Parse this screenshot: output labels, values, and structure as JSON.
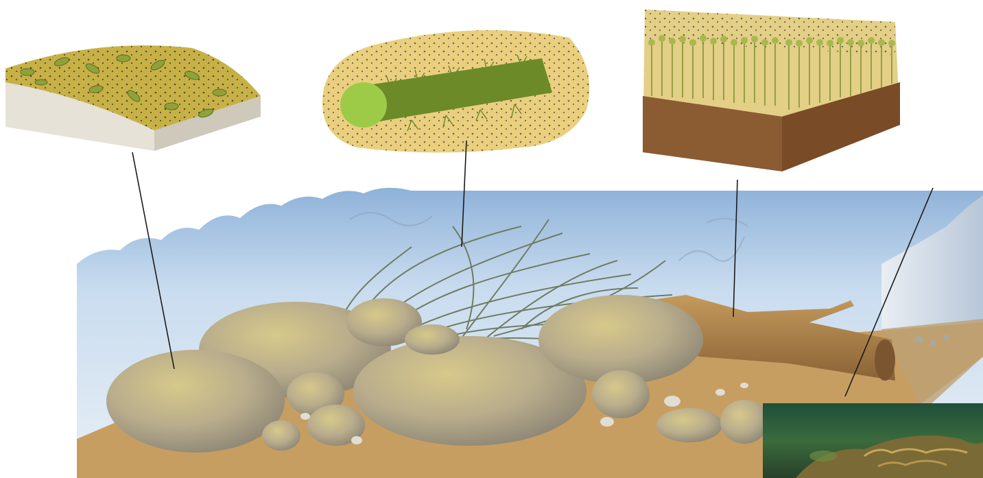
{
  "illustration": {
    "subject": "",
    "panels": [
      {
        "id": "stone-surface",
        "icon": "epilithic-biofilm-icon"
      },
      {
        "id": "plant-stem",
        "icon": "epiphytic-biofilm-icon"
      },
      {
        "id": "sediment-surface",
        "icon": "epipelic-biofilm-icon"
      }
    ],
    "photo_inset": {
      "icon": "underwater-photo-icon"
    }
  },
  "colors": {
    "water": "#bcd3ea",
    "water_deep": "#8fb2d9",
    "sediment": "#c79e62",
    "stone": "#b9ad8c",
    "biofilm": "#c7b147",
    "algae": "#7f9a2c",
    "photo": "#2f5a34"
  }
}
